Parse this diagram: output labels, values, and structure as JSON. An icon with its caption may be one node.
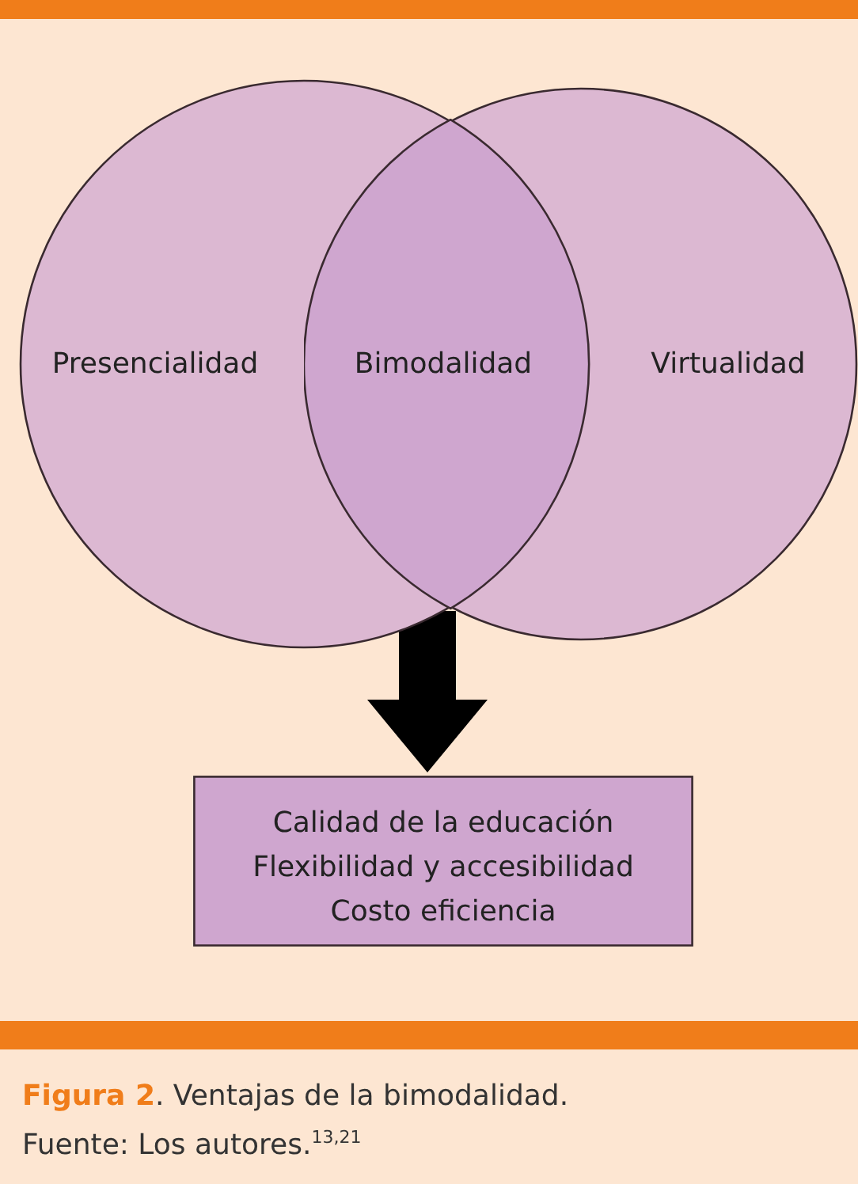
{
  "diagram": {
    "caption": "**Figura 2**. Ventajas de la bimodalidad. Fuente: Los autores.$^{13,21}$",
    "nodes": [
      {
        "text": [
          "Presencialidad"
        ]
      },
      {
        "text": [
          "Bimodalidad"
        ]
      },
      {
        "text": [
          "Virtualidad"
        ]
      },
      {
        "text": [
          "Calidad de la educación",
          "Flexibilidad y accesibilidad",
          "Costo eficiencia"
        ]
      }
    ],
    "edges": [
      {
        "from": 1,
        "to": 3,
        "arrow": "to"
      }
    ]
  }
}
